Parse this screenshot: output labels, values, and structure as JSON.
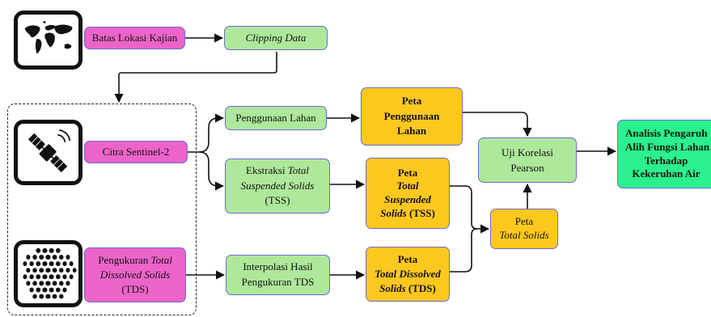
{
  "nodes": {
    "batas_lokasi": {
      "label": "Batas Lokasi Kajian"
    },
    "clipping_data": {
      "label": "Clipping Data"
    },
    "citra_sentinel": {
      "label": "Citra Sentinel-2"
    },
    "penggunaan_lahan": {
      "label": "Penggunaan Lahan"
    },
    "ekstraksi_tss": {
      "line1_a": "Ekstraksi ",
      "line1_b": "Total",
      "line2_a": "Suspended Solids",
      "line3": "(TSS)"
    },
    "peta_penggunaan": {
      "line1": "Peta",
      "line2": "Penggunaan",
      "line3": "Lahan"
    },
    "peta_tss": {
      "line1": "Peta",
      "line2": "Total",
      "line3": "Suspended",
      "line4_a": "Solids",
      "line4_b": " (TSS)"
    },
    "uji_korelasi": {
      "line1": "Uji Korelasi",
      "line2": "Pearson"
    },
    "peta_total_solids": {
      "line1": "Peta",
      "line2": "Total Solids"
    },
    "analisis": {
      "line1": "Analisis Pengaruh",
      "line2": "Alih Fungsi Lahan",
      "line3": "Terhadap",
      "line4": "Kekeruhan Air"
    },
    "pengukuran_tds": {
      "line1_a": "Pengukuran ",
      "line1_b": "Total",
      "line2": "Dissolved Solids",
      "line3": "(TDS)"
    },
    "interpolasi": {
      "line1": "Interpolasi Hasil",
      "line2": "Pengukuran TDS"
    },
    "peta_tds": {
      "line1": "Peta",
      "line2": "Total Dissolved",
      "line3_a": "Solids",
      "line3_b": " (TDS)"
    }
  },
  "icons": [
    "world-map-icon",
    "satellite-icon",
    "sample-dots-icon"
  ],
  "colors": {
    "pink": "#ec64c9",
    "green": "#aee89a",
    "gold": "#ffc81e",
    "teal": "#2bf08e",
    "border": "#6b6bd6",
    "arrow": "#111111"
  }
}
